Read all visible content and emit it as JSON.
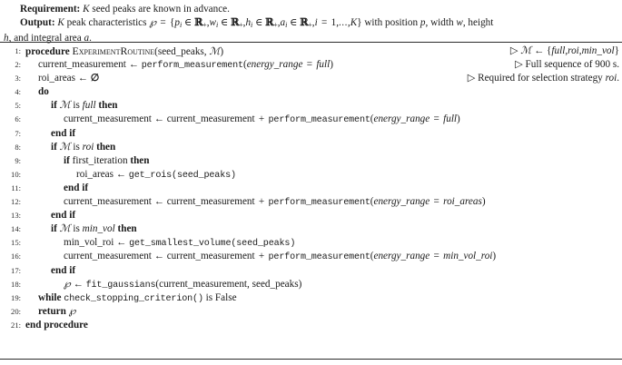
{
  "preamble": {
    "requirement_label": "Requirement:",
    "requirement_text": " K seed peaks are known in advance.",
    "output_label": "Output:",
    "output_text_1": " K peak characteristics ",
    "output_math": "℘ = {pᵢ ∈ ℝ₊, wᵢ ∈ ℝ₊, hᵢ ∈ ℝ₊, aᵢ ∈ ℝ₊, i = 1,...,K}",
    "output_text_2": " with position p, width w, height h, and integral area a."
  },
  "algorithm": {
    "lines": [
      {
        "no": "1:",
        "indent": 0,
        "text": "procedure EXPERIMENTROUTINE(seed_peaks, ℳ)",
        "comment": "▷ ℳ ← {full, roi, min_vol}"
      },
      {
        "no": "2:",
        "indent": 1,
        "text": "current_measurement ← perform_measurement(energy_range = full)",
        "comment": "▷ Full sequence of 900 s."
      },
      {
        "no": "3:",
        "indent": 1,
        "text": "roi_areas ← ∅",
        "comment": "▷ Required for selection strategy roi."
      },
      {
        "no": "4:",
        "indent": 1,
        "text": "do",
        "comment": ""
      },
      {
        "no": "5:",
        "indent": 2,
        "text": "if ℳ is full then",
        "comment": ""
      },
      {
        "no": "6:",
        "indent": 3,
        "text": "current_measurement ← current_measurement + perform_measurement(energy_range = full)",
        "comment": ""
      },
      {
        "no": "7:",
        "indent": 2,
        "text": "end if",
        "comment": ""
      },
      {
        "no": "8:",
        "indent": 2,
        "text": "if ℳ is roi then",
        "comment": ""
      },
      {
        "no": "9:",
        "indent": 3,
        "text": "if first_iteration then",
        "comment": ""
      },
      {
        "no": "10:",
        "indent": 4,
        "text": "roi_areas ← get_rois(seed_peaks)",
        "comment": ""
      },
      {
        "no": "11:",
        "indent": 3,
        "text": "end if",
        "comment": ""
      },
      {
        "no": "12:",
        "indent": 3,
        "text": "current_measurement ← current_measurement + perform_measurement(energy_range = roi_areas)",
        "comment": ""
      },
      {
        "no": "13:",
        "indent": 2,
        "text": "end if",
        "comment": ""
      },
      {
        "no": "14:",
        "indent": 2,
        "text": "if ℳ is min_vol then",
        "comment": ""
      },
      {
        "no": "15:",
        "indent": 3,
        "text": "min_vol_roi ← get_smallest_volume(seed_peaks)",
        "comment": ""
      },
      {
        "no": "16:",
        "indent": 3,
        "text": "current_measurement ← current_measurement + perform_measurement(energy_range = min_vol_roi)",
        "comment": ""
      },
      {
        "no": "17:",
        "indent": 2,
        "text": "end if",
        "comment": ""
      },
      {
        "no": "18:",
        "indent": 3,
        "text": "℘ ← fit_gaussians(current_measurement, seed_peaks)",
        "comment": ""
      },
      {
        "no": "19:",
        "indent": 1,
        "text": "while check_stopping_criterion() is False",
        "comment": ""
      },
      {
        "no": "20:",
        "indent": 1,
        "text": "return ℘",
        "comment": ""
      },
      {
        "no": "21:",
        "indent": 0,
        "text": "end procedure",
        "comment": ""
      }
    ]
  }
}
